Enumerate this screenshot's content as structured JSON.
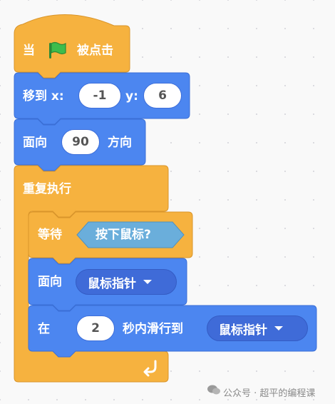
{
  "colors": {
    "control_orange": "#f6b23f",
    "control_stroke": "#d9952b",
    "motion_blue": "#4c86f0",
    "motion_stroke": "#3a6fd6",
    "sensing_teal": "#6aaedb",
    "flag_green": "#3dbd4c",
    "canvas": "#f9f9f9"
  },
  "blocks": {
    "when_flag": {
      "prefix": "当",
      "icon": "green-flag-icon",
      "suffix": "被点击"
    },
    "goto_xy": {
      "label": "移到 x:",
      "x_value": "-1",
      "y_label": "y:",
      "y_value": "6"
    },
    "point_direction": {
      "label": "面向",
      "value": "90",
      "suffix": "方向"
    },
    "forever": {
      "label": "重复执行",
      "loop_icon": "loop-arrow-icon"
    },
    "wait_until": {
      "label": "等待",
      "condition": "按下鼠标?"
    },
    "point_towards": {
      "label": "面向",
      "target": "鼠标指针"
    },
    "glide": {
      "prefix": "在",
      "secs": "2",
      "middle": "秒内滑行到",
      "target": "鼠标指针"
    }
  },
  "watermark": {
    "icon": "wechat-icon",
    "text": "公众号 · 超平的编程课"
  }
}
